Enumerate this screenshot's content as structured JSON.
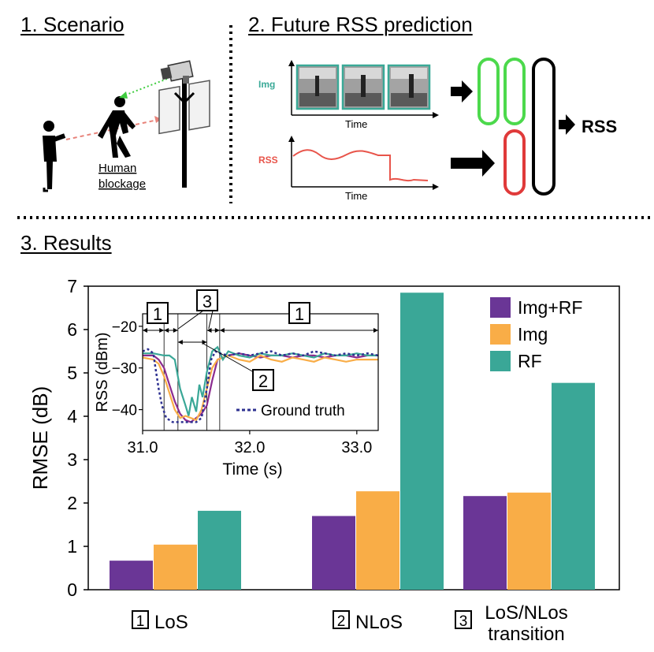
{
  "sections": {
    "scenario": "1. Scenario",
    "prediction": "2. Future RSS prediction",
    "results": "3. Results"
  },
  "scenario": {
    "blockage_line1": "Human",
    "blockage_line2": "blockage"
  },
  "pipeline": {
    "img_label": "Img",
    "rss_label": "RSS",
    "time_label_top": "Time",
    "time_label_bottom": "Time",
    "output_label": "RSS",
    "colors": {
      "img": "#3aa997",
      "rss": "#e8544a",
      "green_block": "#4cd94c",
      "red_block": "#e03a3a"
    }
  },
  "chart_data": {
    "type": "bar",
    "ylabel": "RMSE (dB)",
    "ylim": [
      0,
      7
    ],
    "yticks": [
      0,
      1,
      2,
      3,
      4,
      5,
      6,
      7
    ],
    "categories": [
      {
        "number": "1",
        "lines": [
          "LoS"
        ]
      },
      {
        "number": "2",
        "lines": [
          "NLoS"
        ]
      },
      {
        "number": "3",
        "lines": [
          "LoS/NLos",
          "transition"
        ]
      }
    ],
    "series": [
      {
        "name": "Img+RF",
        "color": "#6a3696",
        "values": [
          0.67,
          1.7,
          2.16
        ]
      },
      {
        "name": "Img",
        "color": "#f9ad47",
        "values": [
          1.04,
          2.27,
          2.24
        ]
      },
      {
        "name": "RF",
        "color": "#3aa797",
        "values": [
          1.82,
          6.85,
          4.77
        ]
      }
    ],
    "legend_position": "top-right",
    "inset": {
      "type": "line",
      "xlabel": "Time (s)",
      "ylabel": "RSS (dBm)",
      "xlim": [
        31.0,
        33.2
      ],
      "ylim": [
        -45,
        -17
      ],
      "xticks": [
        31.0,
        32.0,
        33.0
      ],
      "xtick_labels": [
        "31.0",
        "32.0",
        "33.0"
      ],
      "yticks": [
        -40,
        -30,
        -20
      ],
      "ytick_labels": [
        "−40",
        "−30",
        "−20"
      ],
      "ground_truth_label": "Ground truth",
      "region_labels": [
        "1",
        "3",
        "1",
        "2"
      ],
      "region_boundaries": [
        31.2,
        31.33,
        31.6,
        31.72
      ],
      "series": [
        {
          "name": "Img+RF",
          "color": "#8b2c8f",
          "x": [
            31.0,
            31.1,
            31.15,
            31.2,
            31.25,
            31.3,
            31.35,
            31.4,
            31.45,
            31.5,
            31.55,
            31.6,
            31.65,
            31.7,
            31.8,
            31.9,
            32.0,
            32.1,
            32.2,
            32.3,
            32.4,
            32.5,
            32.6,
            32.7,
            32.8,
            32.9,
            33.0,
            33.1,
            33.2
          ],
          "y": [
            -27,
            -27,
            -28,
            -30,
            -34,
            -38,
            -41,
            -42.5,
            -43,
            -42,
            -41,
            -39,
            -33,
            -28,
            -27,
            -26.5,
            -27,
            -27.5,
            -27,
            -27,
            -27.5,
            -27,
            -27,
            -27.5,
            -27,
            -27,
            -27.5,
            -27,
            -27
          ]
        },
        {
          "name": "Img",
          "color": "#f9ad47",
          "x": [
            31.0,
            31.1,
            31.15,
            31.2,
            31.25,
            31.3,
            31.35,
            31.4,
            31.45,
            31.5,
            31.55,
            31.6,
            31.65,
            31.7,
            31.8,
            31.9,
            32.0,
            32.1,
            32.2,
            32.3,
            32.4,
            32.5,
            32.6,
            32.7,
            32.8,
            32.9,
            33.0,
            33.1,
            33.2
          ],
          "y": [
            -27.5,
            -28,
            -29,
            -32,
            -36,
            -40,
            -42,
            -41.5,
            -42,
            -42.5,
            -40,
            -35,
            -30,
            -28,
            -27,
            -28,
            -28.5,
            -27,
            -28,
            -28.5,
            -27.5,
            -28,
            -28.5,
            -27.5,
            -28,
            -28.5,
            -28,
            -28,
            -28
          ]
        },
        {
          "name": "RF",
          "color": "#3aa797",
          "x": [
            31.0,
            31.1,
            31.2,
            31.25,
            31.3,
            31.35,
            31.4,
            31.43,
            31.46,
            31.5,
            31.53,
            31.56,
            31.6,
            31.65,
            31.7,
            31.75,
            31.8,
            31.9,
            32.0,
            32.1,
            32.2,
            32.3,
            32.4,
            32.5,
            32.6,
            32.7,
            32.8,
            32.9,
            33.0,
            33.1,
            33.2
          ],
          "y": [
            -26.5,
            -26.5,
            -27,
            -27,
            -28,
            -35,
            -39,
            -41.5,
            -37,
            -40.5,
            -34,
            -37,
            -31,
            -26,
            -25,
            -28,
            -26,
            -27,
            -27.5,
            -26.5,
            -27,
            -27,
            -26.5,
            -27,
            -27.5,
            -26.5,
            -27,
            -27,
            -26.5,
            -27,
            -27
          ]
        },
        {
          "name": "Ground truth",
          "color": "#2e3191",
          "dashed": true,
          "x": [
            31.0,
            31.05,
            31.1,
            31.12,
            31.15,
            31.18,
            31.22,
            31.28,
            31.4,
            31.5,
            31.55,
            31.6,
            31.64,
            31.68,
            31.72,
            31.8,
            31.9,
            32.0,
            32.1,
            32.2,
            32.3,
            32.4,
            32.5,
            32.6,
            32.7,
            32.8,
            32.9,
            33.0,
            33.1,
            33.2
          ],
          "y": [
            -26,
            -25.5,
            -26.5,
            -30,
            -35,
            -39,
            -42,
            -43,
            -43,
            -43,
            -42,
            -35,
            -28,
            -26,
            -26.5,
            -27,
            -26.5,
            -27,
            -26.5,
            -26,
            -27,
            -26.5,
            -27,
            -26,
            -26.5,
            -27,
            -26.5,
            -27,
            -26.5,
            -27
          ]
        }
      ]
    }
  }
}
